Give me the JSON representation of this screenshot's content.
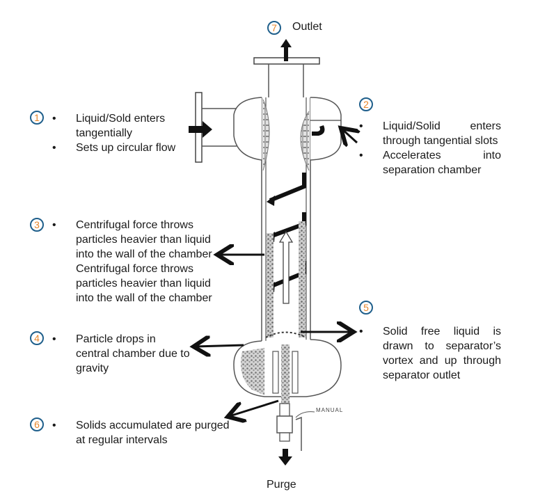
{
  "title": "Vortex separator operation",
  "labels": {
    "outlet": "Outlet",
    "purge": "Purge",
    "valve": "MANUAL"
  },
  "colors": {
    "badge_border": "#1f5f8b",
    "badge_number": "#e8862a",
    "stroke": "#111111"
  },
  "steps": [
    {
      "number": "1",
      "bullets": [
        "Liquid/Sold enters tangentially",
        "Sets up circular flow"
      ]
    },
    {
      "number": "2",
      "bullets": [
        "Liquid/Solid enters through tangential slots",
        "Accelerates into separation chamber"
      ]
    },
    {
      "number": "3",
      "bullets": [
        "Centrifugal force throws particles heavier than liquid into the wall of the chamber Centrifugal force throws particles heavier than liquid into the wall of the chamber"
      ]
    },
    {
      "number": "4",
      "bullets": [
        "Particle drops in central chamber due to gravity"
      ]
    },
    {
      "number": "5",
      "bullets": [
        "Solid free liquid is drawn to separator’s vortex and up through separator outlet"
      ]
    },
    {
      "number": "6",
      "bullets": [
        "Solids accumulated are purged at regular intervals"
      ]
    },
    {
      "number": "7",
      "bullets": []
    }
  ]
}
